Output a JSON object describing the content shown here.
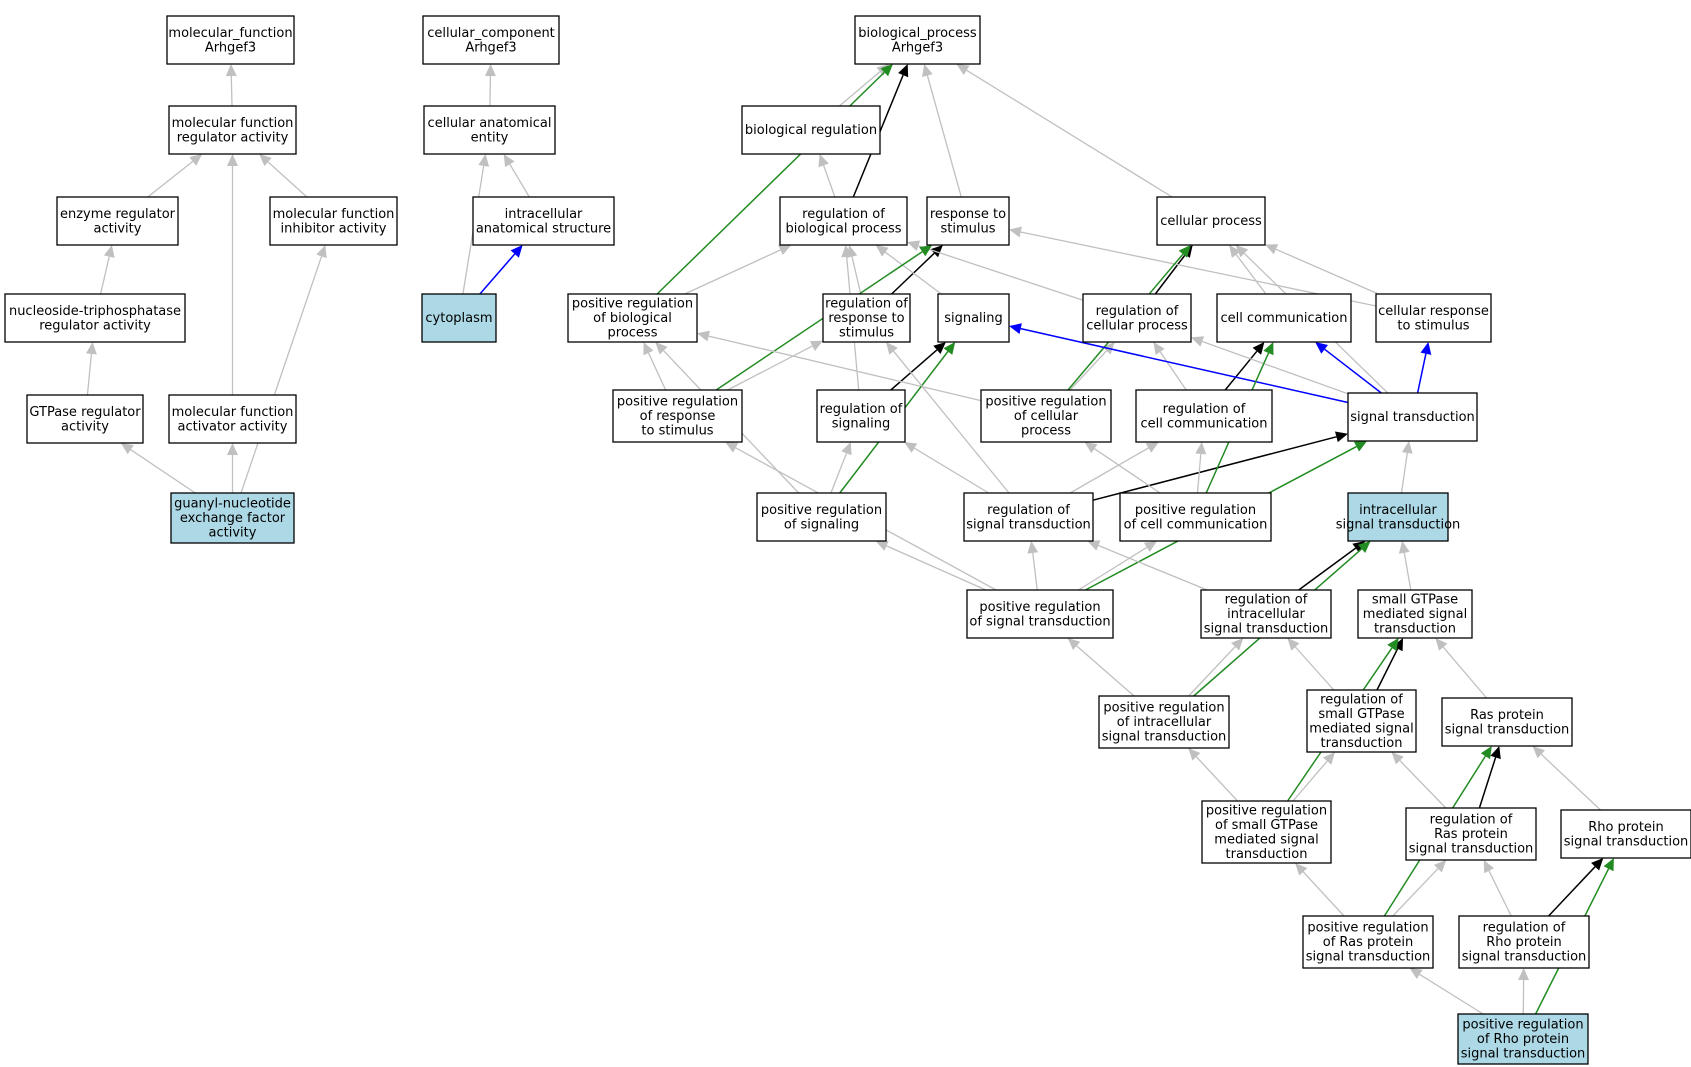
{
  "colors": {
    "background": "#ffffff",
    "node_fill": "#ffffff",
    "highlight_fill": "#add8e6",
    "node_border": "#000000",
    "edge_is_a": "#c0c0c0",
    "edge_regulates": "#000000",
    "edge_positively_regulates": "#228b22",
    "edge_part_of": "#0000ff"
  },
  "nodes": [
    {
      "id": "mf_root",
      "lines": [
        "molecular_function",
        "Arhgef3"
      ],
      "highlight": false
    },
    {
      "id": "cc_root",
      "lines": [
        "cellular_component",
        "Arhgef3"
      ],
      "highlight": false
    },
    {
      "id": "bp_root",
      "lines": [
        "biological_process",
        "Arhgef3"
      ],
      "highlight": false
    },
    {
      "id": "mf_reg",
      "lines": [
        "molecular function",
        "regulator activity"
      ],
      "highlight": false
    },
    {
      "id": "cell_anat",
      "lines": [
        "cellular anatomical",
        "entity"
      ],
      "highlight": false
    },
    {
      "id": "bio_reg",
      "lines": [
        "biological regulation"
      ],
      "highlight": false
    },
    {
      "id": "enz_reg",
      "lines": [
        "enzyme regulator",
        "activity"
      ],
      "highlight": false
    },
    {
      "id": "mf_inh",
      "lines": [
        "molecular function",
        "inhibitor activity"
      ],
      "highlight": false
    },
    {
      "id": "intra_anat",
      "lines": [
        "intracellular",
        "anatomical structure"
      ],
      "highlight": false
    },
    {
      "id": "reg_bp",
      "lines": [
        "regulation of",
        "biological process"
      ],
      "highlight": false
    },
    {
      "id": "resp_stim",
      "lines": [
        "response to",
        "stimulus"
      ],
      "highlight": false
    },
    {
      "id": "cell_proc",
      "lines": [
        "cellular process"
      ],
      "highlight": false
    },
    {
      "id": "ntp_reg",
      "lines": [
        "nucleoside-triphosphatase",
        "regulator activity"
      ],
      "highlight": false
    },
    {
      "id": "cytoplasm",
      "lines": [
        "cytoplasm"
      ],
      "highlight": true
    },
    {
      "id": "pos_reg_bp",
      "lines": [
        "positive regulation",
        "of biological",
        "process"
      ],
      "highlight": false
    },
    {
      "id": "reg_resp",
      "lines": [
        "regulation of",
        "response to",
        "stimulus"
      ],
      "highlight": false
    },
    {
      "id": "signaling",
      "lines": [
        "signaling"
      ],
      "highlight": false
    },
    {
      "id": "reg_cp",
      "lines": [
        "regulation of",
        "cellular process"
      ],
      "highlight": false
    },
    {
      "id": "cell_comm",
      "lines": [
        "cell communication"
      ],
      "highlight": false
    },
    {
      "id": "cell_resp",
      "lines": [
        "cellular response",
        "to stimulus"
      ],
      "highlight": false
    },
    {
      "id": "gtpase_reg",
      "lines": [
        "GTPase regulator",
        "activity"
      ],
      "highlight": false
    },
    {
      "id": "mf_act",
      "lines": [
        "molecular function",
        "activator activity"
      ],
      "highlight": false
    },
    {
      "id": "pos_reg_resp",
      "lines": [
        "positive regulation",
        "of response",
        "to stimulus"
      ],
      "highlight": false
    },
    {
      "id": "reg_sig",
      "lines": [
        "regulation of",
        "signaling"
      ],
      "highlight": false
    },
    {
      "id": "pos_reg_cp",
      "lines": [
        "positive regulation",
        "of cellular",
        "process"
      ],
      "highlight": false
    },
    {
      "id": "reg_cc",
      "lines": [
        "regulation of",
        "cell communication"
      ],
      "highlight": false
    },
    {
      "id": "sig_trans",
      "lines": [
        "signal transduction"
      ],
      "highlight": false
    },
    {
      "id": "gnef",
      "lines": [
        "guanyl-nucleotide",
        "exchange factor",
        "activity"
      ],
      "highlight": true
    },
    {
      "id": "pos_reg_sig",
      "lines": [
        "positive regulation",
        "of signaling"
      ],
      "highlight": false
    },
    {
      "id": "reg_st",
      "lines": [
        "regulation of",
        "signal transduction"
      ],
      "highlight": false
    },
    {
      "id": "pos_reg_cc",
      "lines": [
        "positive regulation",
        "of cell communication"
      ],
      "highlight": false
    },
    {
      "id": "intra_st",
      "lines": [
        "intracellular",
        "signal transduction"
      ],
      "highlight": true
    },
    {
      "id": "pos_reg_st",
      "lines": [
        "positive regulation",
        "of signal transduction"
      ],
      "highlight": false
    },
    {
      "id": "reg_intra_st",
      "lines": [
        "regulation of",
        "intracellular",
        "signal transduction"
      ],
      "highlight": false
    },
    {
      "id": "small_gtp_st",
      "lines": [
        "small GTPase",
        "mediated signal",
        "transduction"
      ],
      "highlight": false
    },
    {
      "id": "pos_reg_intra",
      "lines": [
        "positive regulation",
        "of intracellular",
        "signal transduction"
      ],
      "highlight": false
    },
    {
      "id": "reg_small_gtp",
      "lines": [
        "regulation of",
        "small GTPase",
        "mediated signal",
        "transduction"
      ],
      "highlight": false
    },
    {
      "id": "ras_st",
      "lines": [
        "Ras protein",
        "signal transduction"
      ],
      "highlight": false
    },
    {
      "id": "pos_reg_small",
      "lines": [
        "positive regulation",
        "of small GTPase",
        "mediated signal",
        "transduction"
      ],
      "highlight": false
    },
    {
      "id": "reg_ras",
      "lines": [
        "regulation of",
        "Ras protein",
        "signal transduction"
      ],
      "highlight": false
    },
    {
      "id": "rho_st",
      "lines": [
        "Rho protein",
        "signal transduction"
      ],
      "highlight": false
    },
    {
      "id": "pos_reg_ras",
      "lines": [
        "positive regulation",
        "of Ras protein",
        "signal transduction"
      ],
      "highlight": false
    },
    {
      "id": "reg_rho",
      "lines": [
        "regulation of",
        "Rho protein",
        "signal transduction"
      ],
      "highlight": false
    },
    {
      "id": "pos_reg_rho",
      "lines": [
        "positive regulation",
        "of Rho protein",
        "signal transduction"
      ],
      "highlight": true
    }
  ],
  "edges": [
    {
      "from": "mf_reg",
      "to": "mf_root",
      "type": "is_a"
    },
    {
      "from": "enz_reg",
      "to": "mf_reg",
      "type": "is_a"
    },
    {
      "from": "mf_inh",
      "to": "mf_reg",
      "type": "is_a"
    },
    {
      "from": "mf_act",
      "to": "mf_reg",
      "type": "is_a"
    },
    {
      "from": "ntp_reg",
      "to": "enz_reg",
      "type": "is_a"
    },
    {
      "from": "gtpase_reg",
      "to": "ntp_reg",
      "type": "is_a"
    },
    {
      "from": "gnef",
      "to": "gtpase_reg",
      "type": "is_a"
    },
    {
      "from": "gnef",
      "to": "mf_act",
      "type": "is_a"
    },
    {
      "from": "gnef",
      "to": "mf_inh",
      "type": "is_a"
    },
    {
      "from": "cell_anat",
      "to": "cc_root",
      "type": "is_a"
    },
    {
      "from": "intra_anat",
      "to": "cell_anat",
      "type": "is_a"
    },
    {
      "from": "cytoplasm",
      "to": "cell_anat",
      "type": "is_a"
    },
    {
      "from": "cytoplasm",
      "to": "intra_anat",
      "type": "part_of"
    },
    {
      "from": "bio_reg",
      "to": "bp_root",
      "type": "is_a"
    },
    {
      "from": "reg_bp",
      "to": "bio_reg",
      "type": "is_a"
    },
    {
      "from": "reg_bp",
      "to": "bp_root",
      "type": "regulates"
    },
    {
      "from": "resp_stim",
      "to": "bp_root",
      "type": "is_a"
    },
    {
      "from": "cell_proc",
      "to": "bp_root",
      "type": "is_a"
    },
    {
      "from": "pos_reg_bp",
      "to": "bp_root",
      "type": "positively_regulates"
    },
    {
      "from": "pos_reg_bp",
      "to": "reg_bp",
      "type": "is_a"
    },
    {
      "from": "reg_resp",
      "to": "reg_bp",
      "type": "is_a"
    },
    {
      "from": "reg_resp",
      "to": "resp_stim",
      "type": "regulates"
    },
    {
      "from": "signaling",
      "to": "reg_bp",
      "type": "is_a"
    },
    {
      "from": "reg_cp",
      "to": "reg_bp",
      "type": "is_a"
    },
    {
      "from": "reg_cp",
      "to": "cell_proc",
      "type": "regulates"
    },
    {
      "from": "cell_comm",
      "to": "cell_proc",
      "type": "is_a"
    },
    {
      "from": "cell_resp",
      "to": "cell_proc",
      "type": "is_a"
    },
    {
      "from": "cell_resp",
      "to": "resp_stim",
      "type": "is_a"
    },
    {
      "from": "pos_reg_resp",
      "to": "pos_reg_bp",
      "type": "is_a"
    },
    {
      "from": "pos_reg_resp",
      "to": "reg_resp",
      "type": "is_a"
    },
    {
      "from": "pos_reg_resp",
      "to": "resp_stim",
      "type": "positively_regulates"
    },
    {
      "from": "reg_sig",
      "to": "reg_bp",
      "type": "is_a"
    },
    {
      "from": "reg_sig",
      "to": "signaling",
      "type": "regulates"
    },
    {
      "from": "pos_reg_cp",
      "to": "pos_reg_bp",
      "type": "is_a"
    },
    {
      "from": "pos_reg_cp",
      "to": "reg_cp",
      "type": "is_a"
    },
    {
      "from": "pos_reg_cp",
      "to": "cell_proc",
      "type": "positively_regulates"
    },
    {
      "from": "reg_cc",
      "to": "reg_cp",
      "type": "is_a"
    },
    {
      "from": "reg_cc",
      "to": "cell_comm",
      "type": "regulates"
    },
    {
      "from": "sig_trans",
      "to": "signaling",
      "type": "part_of"
    },
    {
      "from": "sig_trans",
      "to": "cell_comm",
      "type": "part_of"
    },
    {
      "from": "sig_trans",
      "to": "cell_resp",
      "type": "part_of"
    },
    {
      "from": "sig_trans",
      "to": "reg_cp",
      "type": "is_a"
    },
    {
      "from": "sig_trans",
      "to": "cell_proc",
      "type": "is_a"
    },
    {
      "from": "pos_reg_sig",
      "to": "pos_reg_bp",
      "type": "is_a"
    },
    {
      "from": "pos_reg_sig",
      "to": "reg_sig",
      "type": "is_a"
    },
    {
      "from": "pos_reg_sig",
      "to": "signaling",
      "type": "positively_regulates"
    },
    {
      "from": "reg_st",
      "to": "reg_sig",
      "type": "is_a"
    },
    {
      "from": "reg_st",
      "to": "reg_resp",
      "type": "is_a"
    },
    {
      "from": "reg_st",
      "to": "reg_cc",
      "type": "is_a"
    },
    {
      "from": "reg_st",
      "to": "sig_trans",
      "type": "regulates"
    },
    {
      "from": "pos_reg_cc",
      "to": "pos_reg_cp",
      "type": "is_a"
    },
    {
      "from": "pos_reg_cc",
      "to": "reg_cc",
      "type": "is_a"
    },
    {
      "from": "pos_reg_cc",
      "to": "cell_comm",
      "type": "positively_regulates"
    },
    {
      "from": "intra_st",
      "to": "sig_trans",
      "type": "is_a"
    },
    {
      "from": "pos_reg_st",
      "to": "pos_reg_sig",
      "type": "is_a"
    },
    {
      "from": "pos_reg_st",
      "to": "reg_st",
      "type": "is_a"
    },
    {
      "from": "pos_reg_st",
      "to": "pos_reg_cc",
      "type": "is_a"
    },
    {
      "from": "pos_reg_st",
      "to": "pos_reg_resp",
      "type": "is_a"
    },
    {
      "from": "pos_reg_st",
      "to": "sig_trans",
      "type": "positively_regulates"
    },
    {
      "from": "reg_intra_st",
      "to": "reg_st",
      "type": "is_a"
    },
    {
      "from": "reg_intra_st",
      "to": "intra_st",
      "type": "regulates"
    },
    {
      "from": "small_gtp_st",
      "to": "intra_st",
      "type": "is_a"
    },
    {
      "from": "pos_reg_intra",
      "to": "pos_reg_st",
      "type": "is_a"
    },
    {
      "from": "pos_reg_intra",
      "to": "reg_intra_st",
      "type": "is_a"
    },
    {
      "from": "pos_reg_intra",
      "to": "intra_st",
      "type": "positively_regulates"
    },
    {
      "from": "reg_small_gtp",
      "to": "reg_intra_st",
      "type": "is_a"
    },
    {
      "from": "reg_small_gtp",
      "to": "small_gtp_st",
      "type": "regulates"
    },
    {
      "from": "ras_st",
      "to": "small_gtp_st",
      "type": "is_a"
    },
    {
      "from": "pos_reg_small",
      "to": "pos_reg_intra",
      "type": "is_a"
    },
    {
      "from": "pos_reg_small",
      "to": "reg_small_gtp",
      "type": "is_a"
    },
    {
      "from": "pos_reg_small",
      "to": "small_gtp_st",
      "type": "positively_regulates"
    },
    {
      "from": "reg_ras",
      "to": "reg_small_gtp",
      "type": "is_a"
    },
    {
      "from": "reg_ras",
      "to": "ras_st",
      "type": "regulates"
    },
    {
      "from": "rho_st",
      "to": "ras_st",
      "type": "is_a"
    },
    {
      "from": "pos_reg_ras",
      "to": "pos_reg_small",
      "type": "is_a"
    },
    {
      "from": "pos_reg_ras",
      "to": "reg_ras",
      "type": "is_a"
    },
    {
      "from": "pos_reg_ras",
      "to": "ras_st",
      "type": "positively_regulates"
    },
    {
      "from": "reg_rho",
      "to": "reg_ras",
      "type": "is_a"
    },
    {
      "from": "reg_rho",
      "to": "rho_st",
      "type": "regulates"
    },
    {
      "from": "pos_reg_rho",
      "to": "pos_reg_ras",
      "type": "is_a"
    },
    {
      "from": "pos_reg_rho",
      "to": "reg_rho",
      "type": "is_a"
    },
    {
      "from": "pos_reg_rho",
      "to": "rho_st",
      "type": "positively_regulates"
    }
  ]
}
